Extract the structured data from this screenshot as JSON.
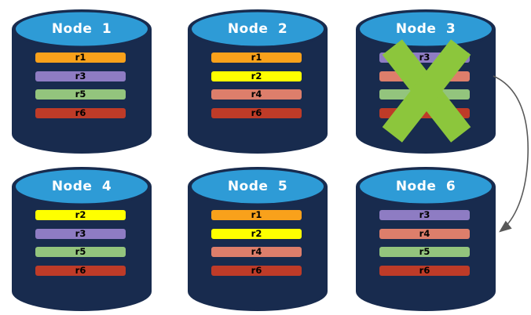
{
  "colors": {
    "background": "#FFFFFF",
    "cylinder_body": "#182B4E",
    "cylinder_edge": "#44536F",
    "cylinder_top": "#2E9BD6",
    "title_text": "#FFFFFF",
    "bar_text": "#000000"
  },
  "nodes": [
    {
      "title": "Node 1",
      "rows": [
        {
          "label": "r1",
          "color": "#F9A11B"
        },
        {
          "label": "r3",
          "color": "#8E7CC3"
        },
        {
          "label": "r5",
          "color": "#93C47D"
        },
        {
          "label": "r6",
          "color": "#BE3B28"
        }
      ]
    },
    {
      "title": "Node 2",
      "rows": [
        {
          "label": "r1",
          "color": "#F9A11B"
        },
        {
          "label": "r2",
          "color": "#FEFF00"
        },
        {
          "label": "r4",
          "color": "#DD7E6B"
        },
        {
          "label": "r6",
          "color": "#BE3B28"
        }
      ]
    },
    {
      "title": "Node 3",
      "rows": [
        {
          "label": "r3",
          "color": "#8E7CC3"
        },
        {
          "label": "",
          "color": "#DD7E6B"
        },
        {
          "label": "",
          "color": "#93C47D"
        },
        {
          "label": "",
          "color": "#BE3B28"
        }
      ]
    },
    {
      "title": "Node 4",
      "rows": [
        {
          "label": "r2",
          "color": "#FEFF00"
        },
        {
          "label": "r3",
          "color": "#8E7CC3"
        },
        {
          "label": "r5",
          "color": "#93C47D"
        },
        {
          "label": "r6",
          "color": "#BE3B28"
        }
      ]
    },
    {
      "title": "Node 5",
      "rows": [
        {
          "label": "r1",
          "color": "#F9A11B"
        },
        {
          "label": "r2",
          "color": "#FEFF00"
        },
        {
          "label": "r4",
          "color": "#DD7E6B"
        },
        {
          "label": "r6",
          "color": "#BE3B28"
        }
      ]
    },
    {
      "title": "Node 6",
      "rows": [
        {
          "label": "r3",
          "color": "#8E7CC3"
        },
        {
          "label": "r4",
          "color": "#DD7E6B"
        },
        {
          "label": "r5",
          "color": "#93C47D"
        },
        {
          "label": "r6",
          "color": "#BE3B28"
        }
      ]
    }
  ],
  "annotations": {
    "failure_mark": {
      "on_node": "Node 3",
      "color": "#8CC63C"
    },
    "arrow": {
      "from_node": "Node 3",
      "to_node": "Node 6",
      "color": "#595959"
    }
  }
}
